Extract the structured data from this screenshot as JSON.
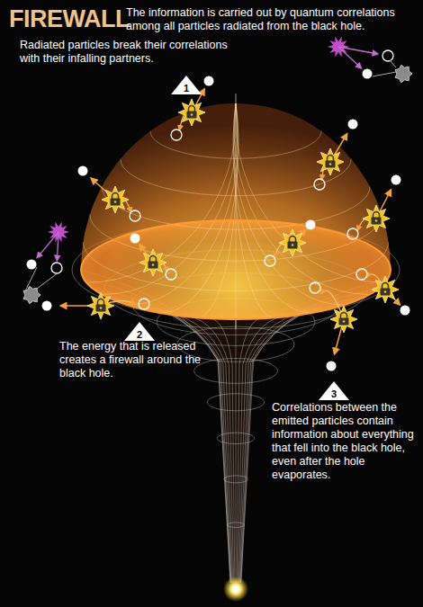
{
  "diagram": {
    "title": "FIREWALL",
    "nodes": [
      {
        "text": [
          "1"
        ]
      },
      {
        "text": [
          "2"
        ]
      },
      {
        "text": [
          "3"
        ]
      }
    ],
    "labels": [
      "The information is carried out by quantum correlations among all particles radiated from the black hole.",
      "Radiated particles break their correlations with their infalling partners.",
      "The energy that is released creates a firewall around the black hole.",
      "Correlations between the emitted particles contain information about everything that fell into the black hole, even after the hole evaporates."
    ]
  }
}
